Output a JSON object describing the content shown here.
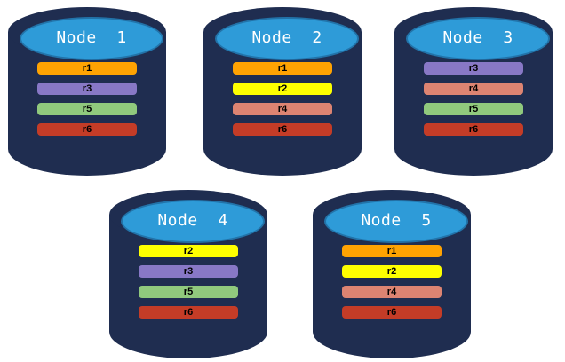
{
  "diagram": {
    "description": "database-replication-diagram",
    "nodes": [
      {
        "label": "Node  1",
        "replicas": [
          "r1",
          "r3",
          "r5",
          "r6"
        ]
      },
      {
        "label": "Node  2",
        "replicas": [
          "r1",
          "r2",
          "r4",
          "r6"
        ]
      },
      {
        "label": "Node  3",
        "replicas": [
          "r3",
          "r4",
          "r5",
          "r6"
        ]
      },
      {
        "label": "Node  4",
        "replicas": [
          "r2",
          "r3",
          "r5",
          "r6"
        ]
      },
      {
        "label": "Node  5",
        "replicas": [
          "r1",
          "r2",
          "r4",
          "r6"
        ]
      }
    ],
    "replica_colors": {
      "r1": "#ffa302",
      "r2": "#feff00",
      "r3": "#8878c6",
      "r4": "#dd8472",
      "r5": "#90c97d",
      "r6": "#c43c27"
    },
    "node_colors": {
      "body": "#1f2d50",
      "top": "#2e9bd8",
      "top_border": "#2273a9",
      "title_text": "#ffffff",
      "replica_text": "#000000"
    }
  }
}
